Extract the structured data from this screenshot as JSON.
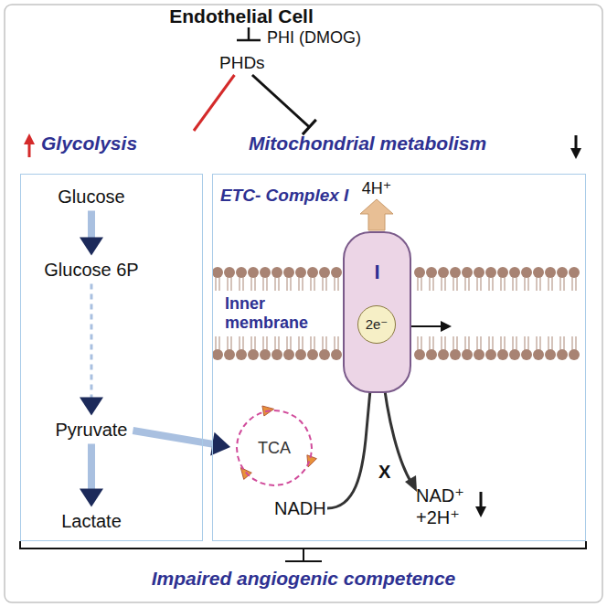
{
  "diagram": {
    "title": "Endothelial Cell",
    "nodes": [
      {
        "text": [
          "PHDs"
        ]
      },
      {
        "text": [
          "Glycolysis"
        ]
      },
      {
        "text": [
          "Mitochondrial metabolism",
          "ETC- Complex I"
        ]
      },
      {
        "text": [
          "Glucose"
        ],
        "in": 1
      },
      {
        "text": [
          "Glucose 6P"
        ],
        "in": 1
      },
      {
        "text": [
          "Pyruvate"
        ],
        "in": 1
      },
      {
        "text": [
          "Lactate"
        ],
        "in": 1
      },
      {
        "text": [
          "TCA"
        ],
        "in": 2
      },
      {
        "text": [
          "I"
        ],
        "in": 2
      },
      {
        "text": [
          "2e⁻"
        ],
        "in": 8
      }
    ],
    "edges": [
      {
        "from": 0,
        "to": 1,
        "arrow": "none"
      },
      {
        "from": 0,
        "to": 2,
        "arrow": "none"
      },
      {
        "from": 3,
        "to": 4,
        "arrow": "to"
      },
      {
        "from": 4,
        "to": 5,
        "arrow": "to"
      },
      {
        "from": 5,
        "to": 6,
        "arrow": "to"
      },
      {
        "from": 5,
        "to": 7,
        "arrow": "to"
      }
    ],
    "labels": [
      "PHI (DMOG)",
      "4H⁺",
      "Inner membrane",
      "NADH",
      "X",
      "NAD⁺ +2H⁺",
      "Impaired angiogenic competence"
    ]
  }
}
